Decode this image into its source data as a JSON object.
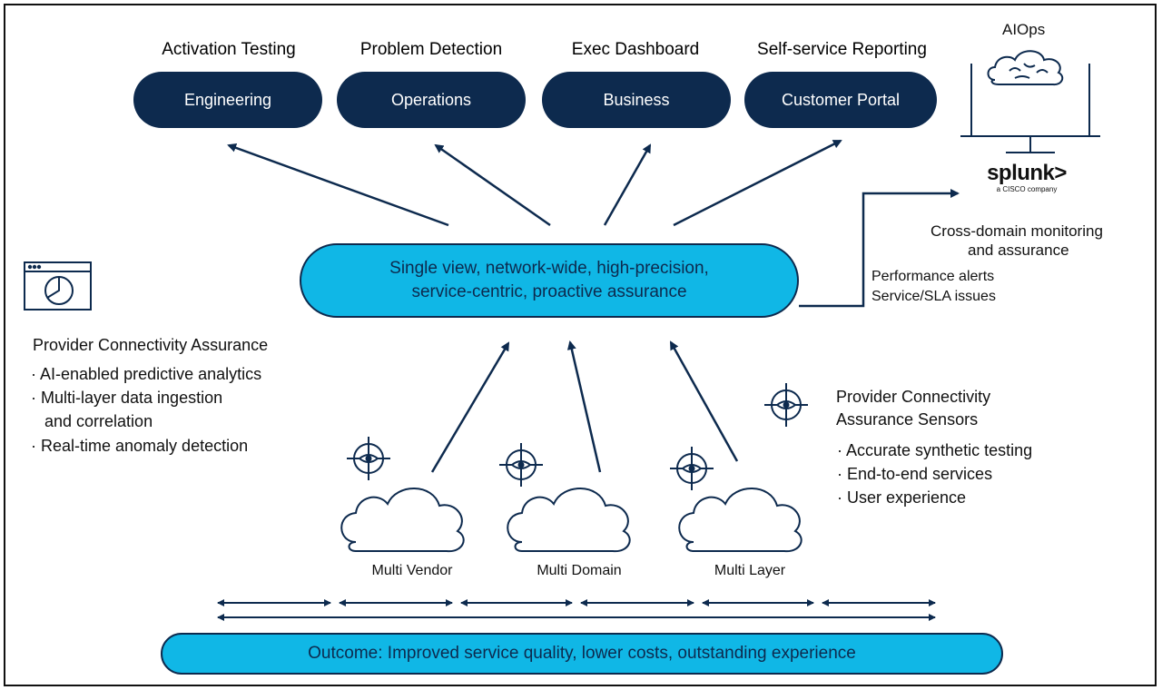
{
  "consumers": [
    {
      "use": "Activation Testing",
      "label": "Engineering"
    },
    {
      "use": "Problem Detection",
      "label": "Operations"
    },
    {
      "use": "Exec Dashboard",
      "label": "Business"
    },
    {
      "use": "Self-service Reporting",
      "label": "Customer Portal"
    }
  ],
  "aiops": {
    "title": "AIOps",
    "brand": "splunk>",
    "brand_sub": "a CISCO company",
    "caption_line1": "Cross-domain monitoring",
    "caption_line2": "and assurance"
  },
  "central": {
    "line1": "Single view, network-wide, high-precision,",
    "line2": "service-centric, proactive assurance"
  },
  "alerts": {
    "line1": "Performance alerts",
    "line2": "Service/SLA issues"
  },
  "pca": {
    "title": "Provider Connectivity Assurance",
    "bullets": [
      "· AI-enabled predictive analytics",
      "· Multi-layer data ingestion",
      "   and correlation",
      "· Real-time anomaly detection"
    ]
  },
  "sensors": {
    "title_line1": "Provider Connectivity",
    "title_line2": "Assurance Sensors",
    "bullets": [
      "· Accurate synthetic testing",
      "· End-to-end services",
      "· User experience"
    ]
  },
  "clouds": [
    "Multi Vendor",
    "Multi Domain",
    "Multi Layer"
  ],
  "outcome": "Outcome: Improved service quality, lower costs, outstanding experience",
  "colors": {
    "navy": "#0d2a4e",
    "cyan": "#10b7e6"
  }
}
